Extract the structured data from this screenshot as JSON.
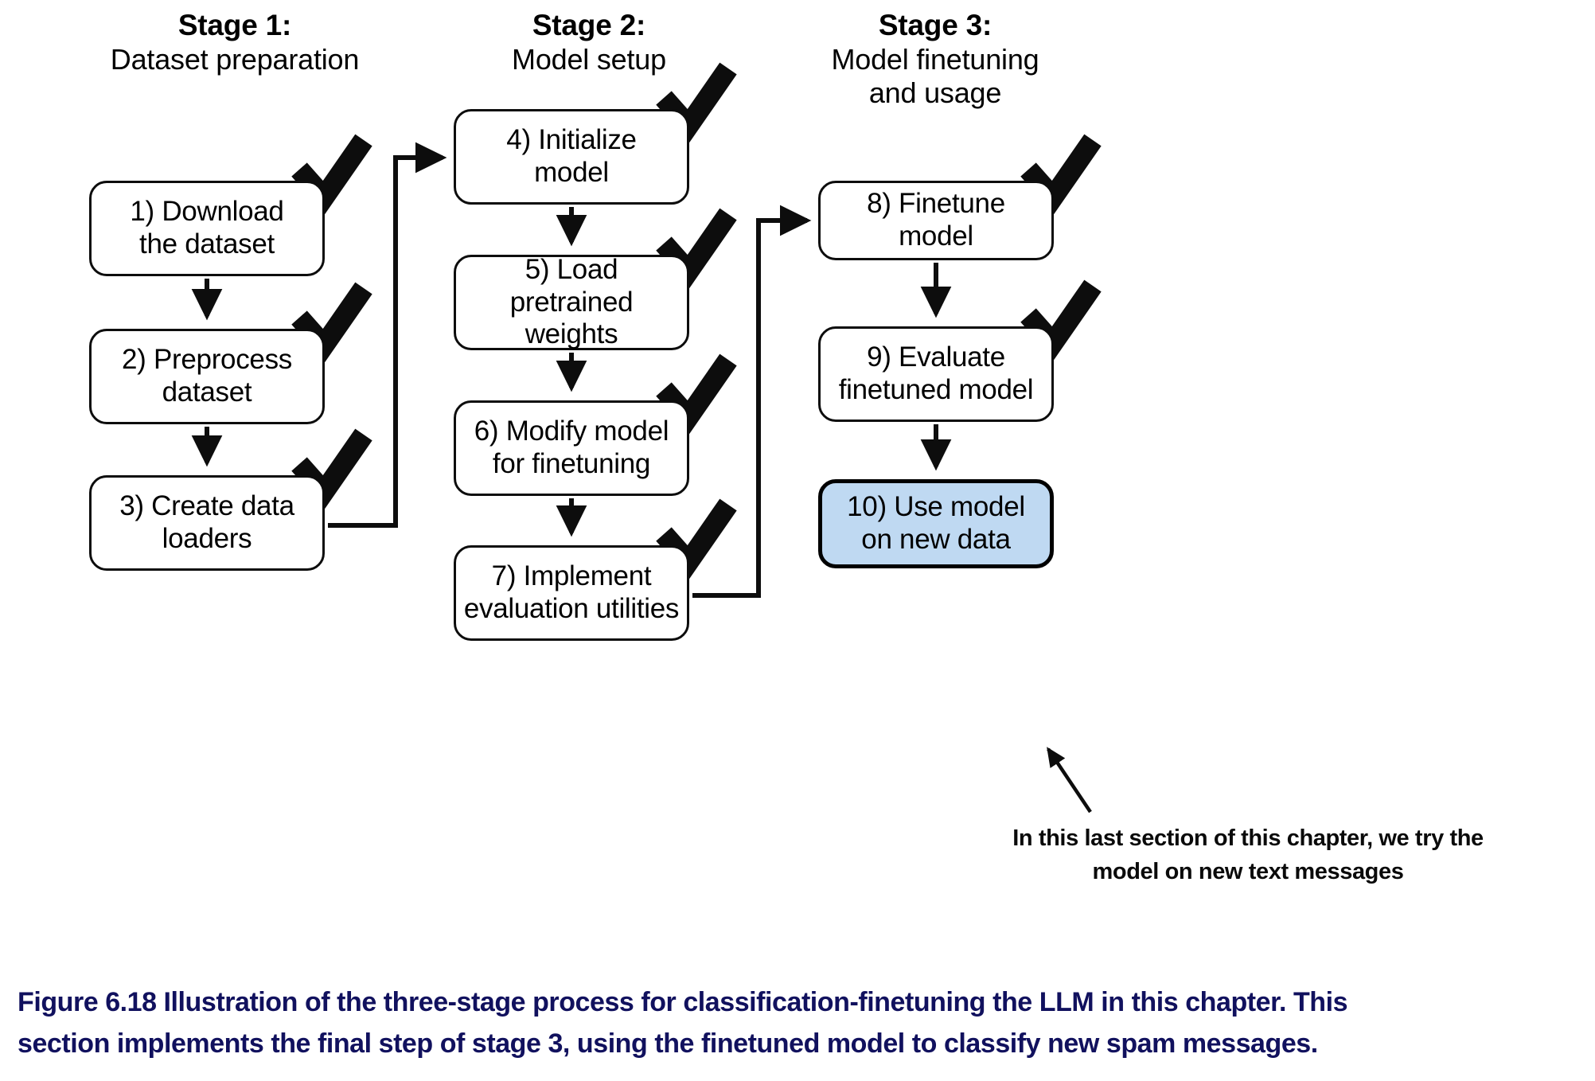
{
  "figure": {
    "stages": [
      {
        "id": "stage-1",
        "title": "Stage 1:",
        "subtitle": "Dataset preparation",
        "subtitle_line2": ""
      },
      {
        "id": "stage-2",
        "title": "Stage 2:",
        "subtitle": "Model setup",
        "subtitle_line2": ""
      },
      {
        "id": "stage-3",
        "title": "Stage 3:",
        "subtitle": "Model finetuning",
        "subtitle_line2": "and usage"
      }
    ],
    "nodes": [
      {
        "id": "node-1",
        "stage": 1,
        "line1": "1) Download",
        "line2": "the dataset",
        "checked": true,
        "highlighted": false
      },
      {
        "id": "node-2",
        "stage": 1,
        "line1": "2) Preprocess",
        "line2": "dataset",
        "checked": true,
        "highlighted": false
      },
      {
        "id": "node-3",
        "stage": 1,
        "line1": "3) Create data",
        "line2": "loaders",
        "checked": true,
        "highlighted": false
      },
      {
        "id": "node-4",
        "stage": 2,
        "line1": "4) Initialize",
        "line2": "model",
        "checked": true,
        "highlighted": false
      },
      {
        "id": "node-5",
        "stage": 2,
        "line1": "5) Load pretrained",
        "line2": "weights",
        "checked": true,
        "highlighted": false
      },
      {
        "id": "node-6",
        "stage": 2,
        "line1": "6) Modify model",
        "line2": "for finetuning",
        "checked": true,
        "highlighted": false
      },
      {
        "id": "node-7",
        "stage": 2,
        "line1": "7) Implement",
        "line2": "evaluation utilities",
        "checked": true,
        "highlighted": false
      },
      {
        "id": "node-8",
        "stage": 3,
        "line1": "8) Finetune model",
        "line2": "",
        "checked": true,
        "highlighted": false
      },
      {
        "id": "node-9",
        "stage": 3,
        "line1": "9) Evaluate",
        "line2": "finetuned model",
        "checked": true,
        "highlighted": false
      },
      {
        "id": "node-10",
        "stage": 3,
        "line1": "10) Use model",
        "line2": "on new data",
        "checked": false,
        "highlighted": true
      }
    ],
    "annotation": {
      "line1": "In this last section of this chapter, we try the",
      "line2": "model on new text messages"
    },
    "caption": {
      "line1": "Figure 6.18 Illustration of the three-stage process for classification-finetuning the LLM in this chapter. This",
      "line2": "section implements the final step of stage 3, using the finetuned model to classify new spam messages."
    },
    "colors": {
      "highlight_fill": "#bfd9f2",
      "stroke": "#0d0d0d",
      "caption_text": "#11115e",
      "background": "#ffffff",
      "node_text": "#000000"
    },
    "icons": {
      "checkmark": "checkmark-icon",
      "arrow_down": "arrow-down-icon",
      "arrow_right": "arrow-right-icon",
      "annotation_pointer": "annotation-arrow-icon"
    }
  }
}
